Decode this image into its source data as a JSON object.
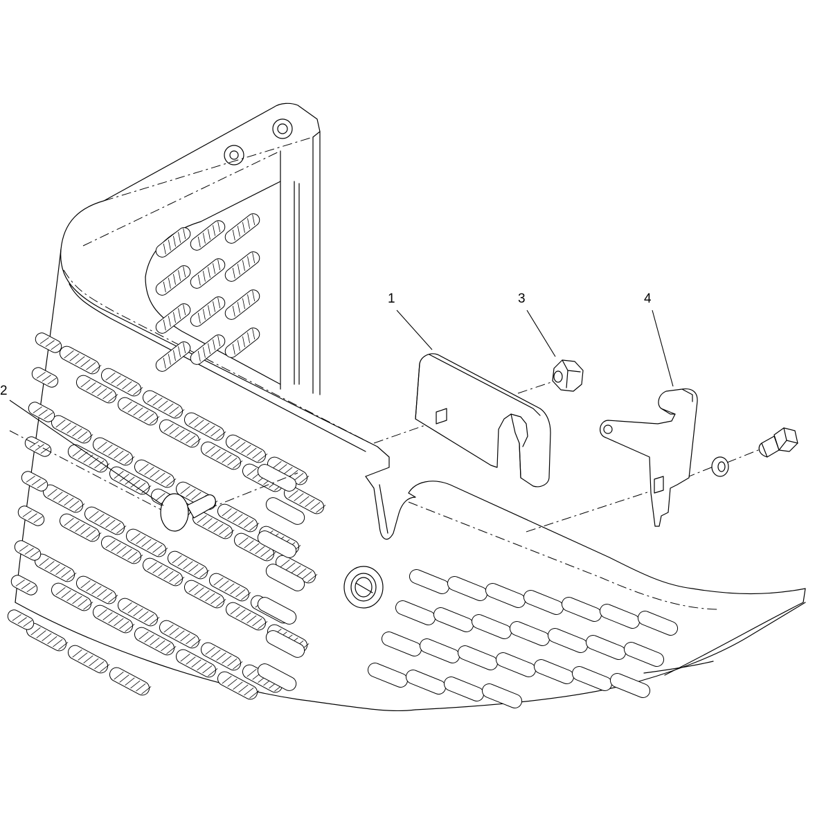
{
  "callouts": [
    {
      "id": "1",
      "label": "1"
    },
    {
      "id": "2",
      "label": "2"
    },
    {
      "id": "3",
      "label": "3"
    },
    {
      "id": "4",
      "label": "4"
    }
  ],
  "parts": [
    {
      "id": "latch-bracket",
      "callout": "1"
    },
    {
      "id": "thumb-screw",
      "callout": "2"
    },
    {
      "id": "hex-nut",
      "callout": "3"
    },
    {
      "id": "latch-plate",
      "callout": "4"
    }
  ],
  "colors": {
    "line": "#000000",
    "background": "#ffffff"
  }
}
